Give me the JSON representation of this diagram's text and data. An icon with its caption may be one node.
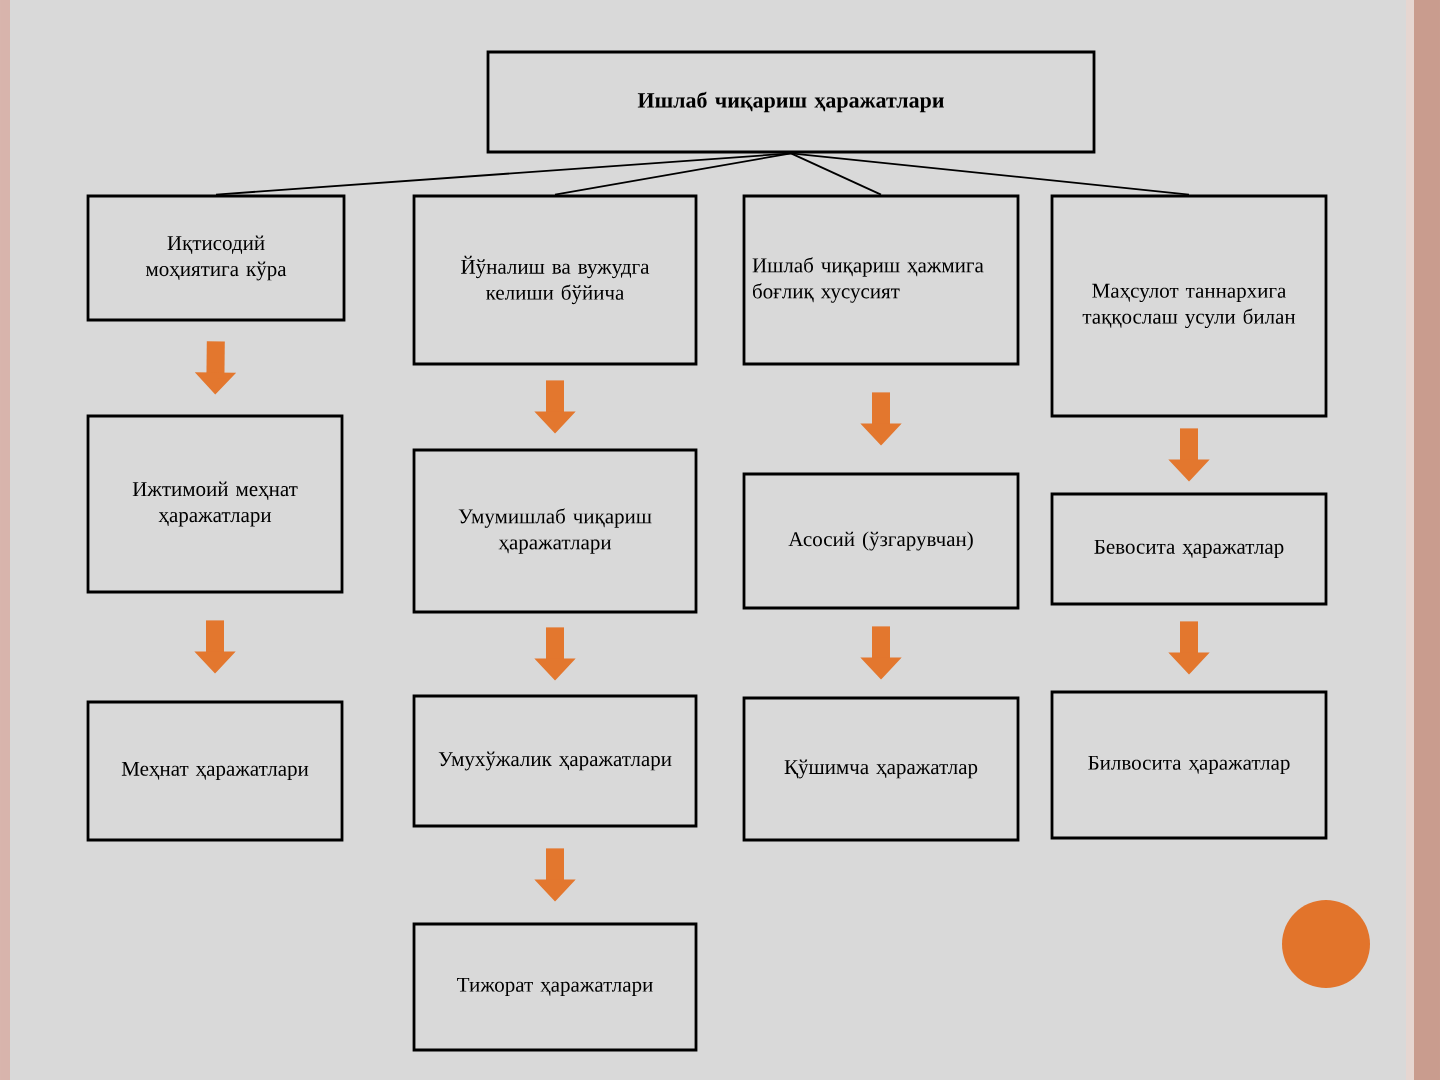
{
  "diagram": {
    "nodes": [
      {
        "text": [
          "Ишлаб чиқариш ҳаражатлари"
        ]
      },
      {
        "text": [
          "Иқтисодий моҳиятига кўра"
        ]
      },
      {
        "text": [
          "Йўналиш ва вужудга келиши бўйича"
        ]
      },
      {
        "text": [
          "Ишлаб чиқариш ҳажмига боғлиқ хусусият"
        ]
      },
      {
        "text": [
          "Маҳсулот таннархига таққослаш усули билан"
        ]
      },
      {
        "text": [
          "Ижтимоий меҳнат ҳаражатлари"
        ]
      },
      {
        "text": [
          "Умумишлаб чиқариш ҳаражатлари"
        ]
      },
      {
        "text": [
          "Асосий (ўзгарувчан)"
        ]
      },
      {
        "text": [
          "Бевосита ҳаражатлар"
        ]
      },
      {
        "text": [
          "Меҳнат ҳаражатлари"
        ]
      },
      {
        "text": [
          "Умухўжалик ҳаражатлари"
        ]
      },
      {
        "text": [
          "Қўшимча ҳаражатлар"
        ]
      },
      {
        "text": [
          "Билвосита ҳаражатлар"
        ]
      },
      {
        "text": [
          "Тижорат ҳаражатлари"
        ]
      }
    ],
    "edges": [
      {
        "from": 0,
        "to": 1,
        "arrow": "none",
        "color": "#000000"
      },
      {
        "from": 0,
        "to": 2,
        "arrow": "none",
        "color": "#000000"
      },
      {
        "from": 0,
        "to": 3,
        "arrow": "none",
        "color": "#000000"
      },
      {
        "from": 0,
        "to": 4,
        "arrow": "none",
        "color": "#000000"
      },
      {
        "from": 1,
        "to": 5,
        "arrow": "to"
      },
      {
        "from": 5,
        "to": 9,
        "arrow": "to"
      },
      {
        "from": 2,
        "to": 6,
        "arrow": "to"
      },
      {
        "from": 6,
        "to": 10,
        "arrow": "to"
      },
      {
        "from": 10,
        "to": 13,
        "arrow": "to"
      },
      {
        "from": 3,
        "to": 7,
        "arrow": "to"
      },
      {
        "from": 7,
        "to": 11,
        "arrow": "to"
      },
      {
        "from": 4,
        "to": 8,
        "arrow": "to"
      },
      {
        "from": 8,
        "to": 12,
        "arrow": "to"
      }
    ]
  }
}
